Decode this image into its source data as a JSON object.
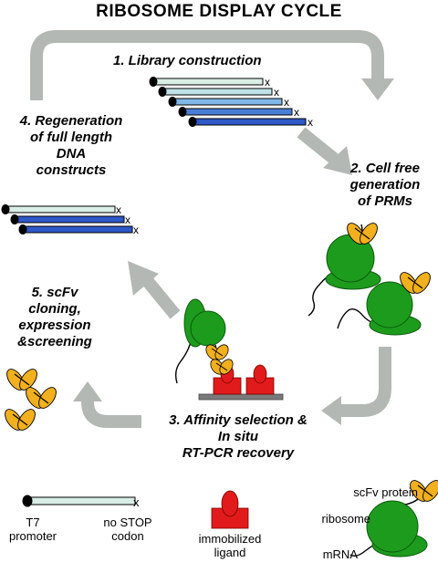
{
  "title": "RIBOSOME DISPLAY CYCLE",
  "steps": {
    "s1": "1.  Library construction",
    "s2": [
      "2. Cell free",
      "generation",
      "of PRMs"
    ],
    "s3": [
      "3. Affinity selection &",
      "In situ",
      "RT-PCR recovery"
    ],
    "s4": [
      "4. Regeneration",
      "of full length",
      "DNA",
      "constructs"
    ],
    "s5": [
      "5. scFv",
      "cloning,",
      "expression",
      "&screening"
    ]
  },
  "legend": {
    "t7_1": "T7",
    "t7_2": "promoter",
    "stop_1": "no STOP",
    "stop_2": "codon",
    "ligand_1": "immobilized",
    "ligand_2": "ligand",
    "scfv": "scFv protein",
    "ribosome": "ribosome",
    "mrna": "mRNA"
  },
  "colors": {
    "arrow": "#b3b8b4",
    "construct_light": "#d9eee6",
    "construct_mid": "#7fb7e6",
    "construct_dark": "#2f58c8",
    "ribosome": "#1d9b1d",
    "scfv": "#f2b01e",
    "ligand": "#e11b1b",
    "surface": "#7a7a7a"
  }
}
